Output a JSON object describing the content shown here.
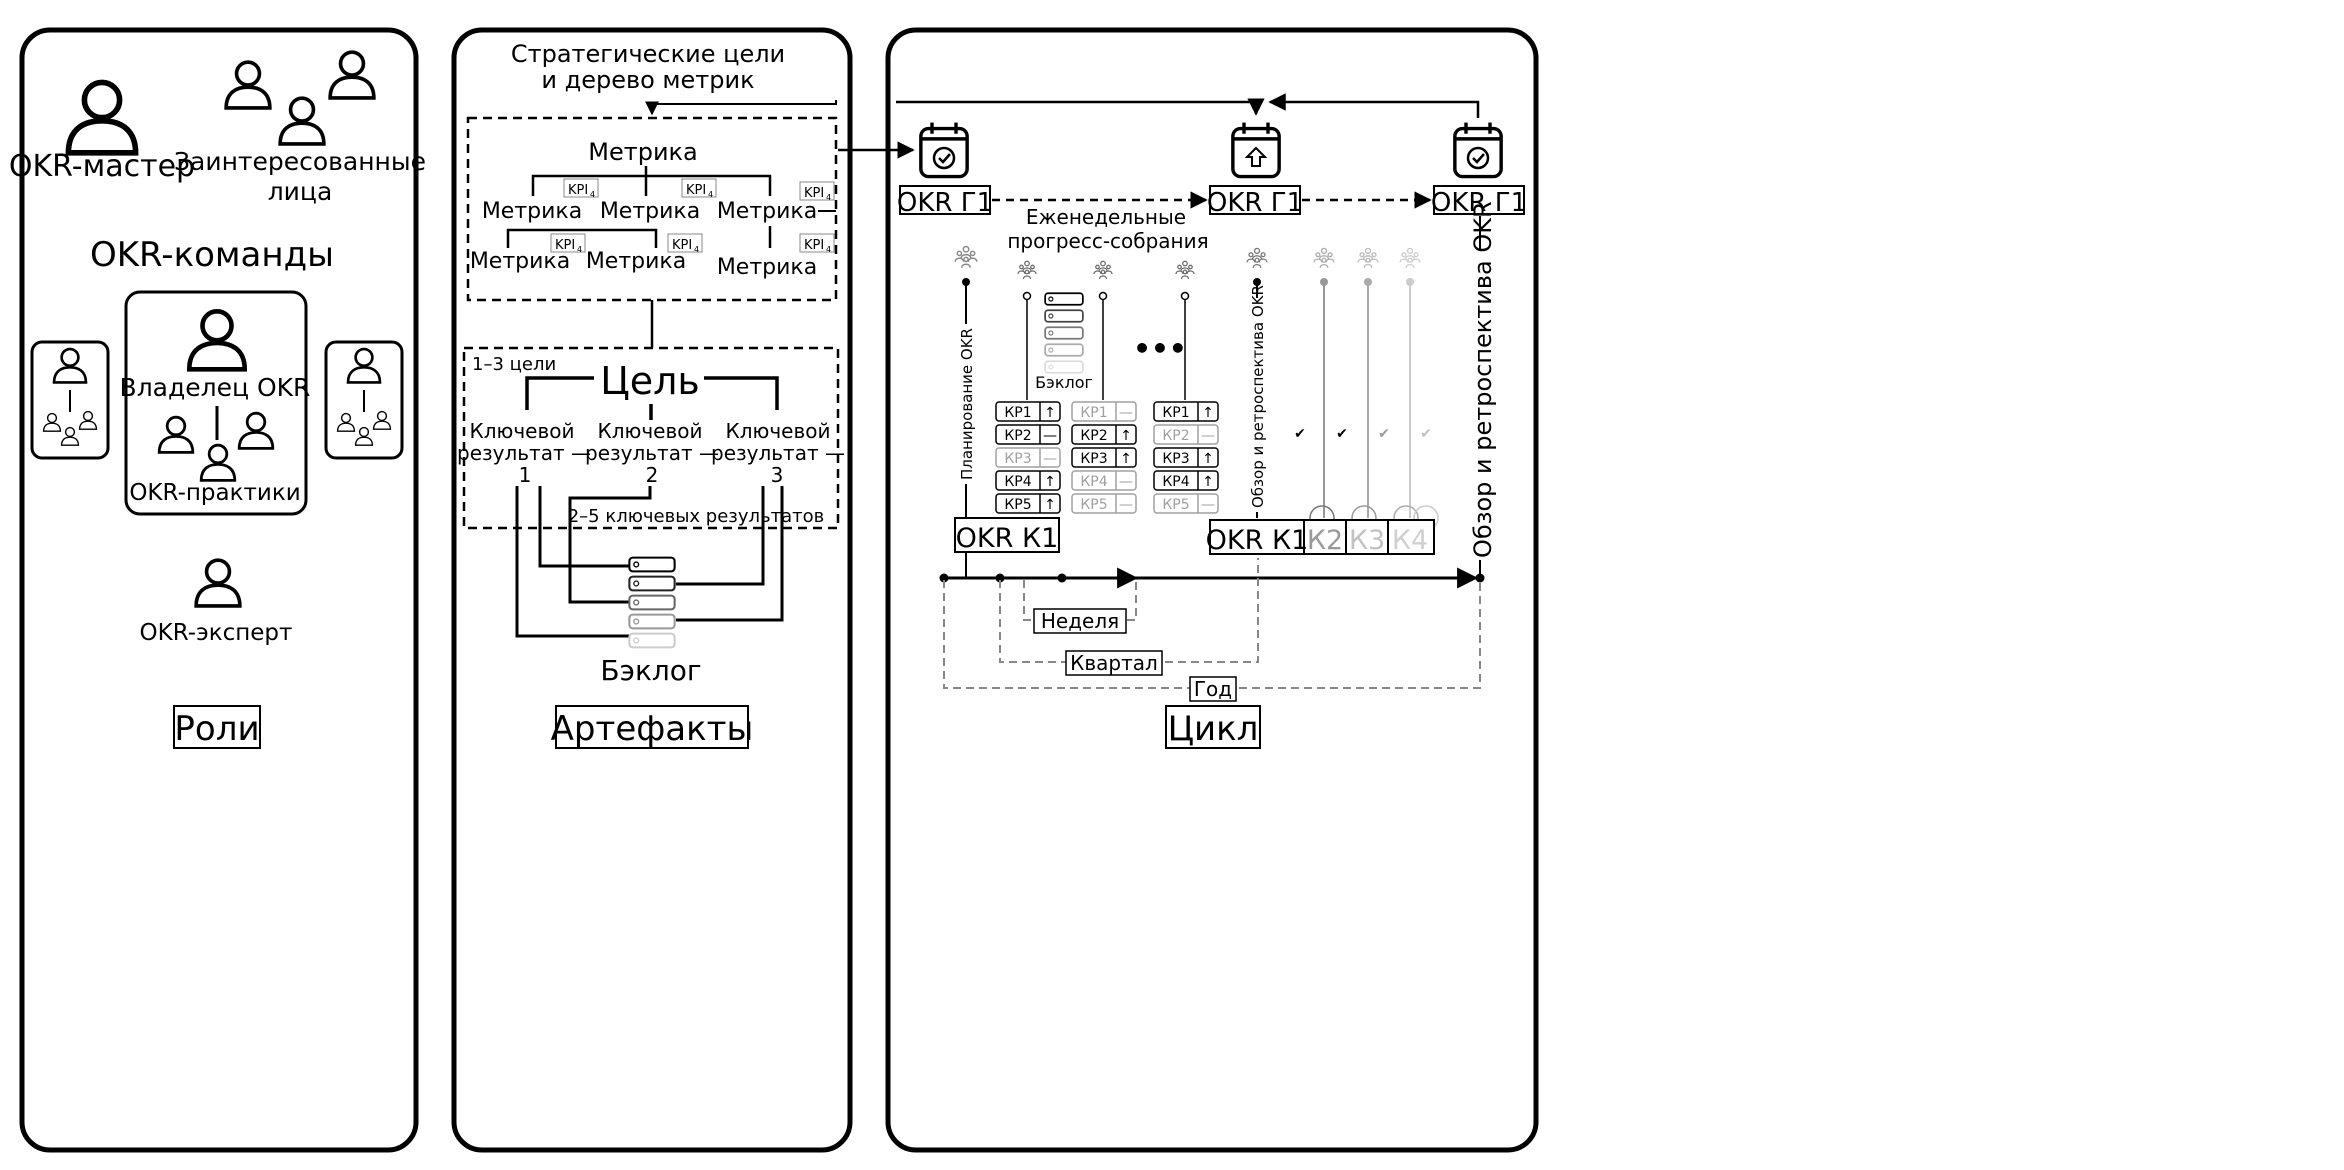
{
  "panels": {
    "roles": {
      "title": "Роли",
      "okr_master": "OKR-мастер",
      "stakeholders_line1": "Заинтересованные",
      "stakeholders_line2": "лица",
      "okr_teams": "OKR-команды",
      "okr_owner": "Владелец OKR",
      "okr_practitioners": "OKR-практики",
      "okr_expert": "OKR-эксперт"
    },
    "artifacts": {
      "title": "Артефакты",
      "strategic_line1": "Стратегические цели",
      "strategic_line2": "и дерево метрик",
      "metric": "Метрика",
      "kpi": "KPI",
      "kpi_sub": "4",
      "goals_count": "1–3 цели",
      "goal": "Цель",
      "kr_line1": "Ключевой",
      "kr_line2": "результат —",
      "kr_numbers": [
        "1",
        "2",
        "3"
      ],
      "kr_count": "2–5 ключевых результатов",
      "backlog": "Бэклог"
    },
    "cycle": {
      "title": "Цикл",
      "okr_year": "OKR Г1",
      "weekly_line1": "Еженедельные",
      "weekly_line2": "прогресс-собрания",
      "planning": "Планирование OKR",
      "review_small": "Обзор и ретроспектива OKR",
      "review_big": "Обзор и ретроспектива OKR",
      "backlog": "Бэклог",
      "ellipsis": "•••",
      "okr_quarter": "OKR К1",
      "quarters": [
        "К2",
        "К3",
        "К4"
      ],
      "week": "Неделя",
      "quarter": "Квартал",
      "year": "Год",
      "kr_tables": [
        {
          "rows": [
            {
              "label": "КР1",
              "mark": "↑",
              "dim": false
            },
            {
              "label": "КР2",
              "mark": "—",
              "dim": false
            },
            {
              "label": "КР3",
              "mark": "—",
              "dim": true
            },
            {
              "label": "КР4",
              "mark": "↑",
              "dim": false
            },
            {
              "label": "КР5",
              "mark": "↑",
              "dim": false
            }
          ]
        },
        {
          "rows": [
            {
              "label": "КР1",
              "mark": "—",
              "dim": true
            },
            {
              "label": "КР2",
              "mark": "↑",
              "dim": false
            },
            {
              "label": "КР3",
              "mark": "↑",
              "dim": false
            },
            {
              "label": "КР4",
              "mark": "—",
              "dim": true
            },
            {
              "label": "КР5",
              "mark": "—",
              "dim": true
            }
          ]
        },
        {
          "rows": [
            {
              "label": "КР1",
              "mark": "↑",
              "dim": false
            },
            {
              "label": "КР2",
              "mark": "—",
              "dim": true
            },
            {
              "label": "КР3",
              "mark": "↑",
              "dim": false
            },
            {
              "label": "КР4",
              "mark": "↑",
              "dim": false
            },
            {
              "label": "КР5",
              "mark": "—",
              "dim": true
            }
          ]
        }
      ],
      "check_mark": "✔"
    }
  }
}
